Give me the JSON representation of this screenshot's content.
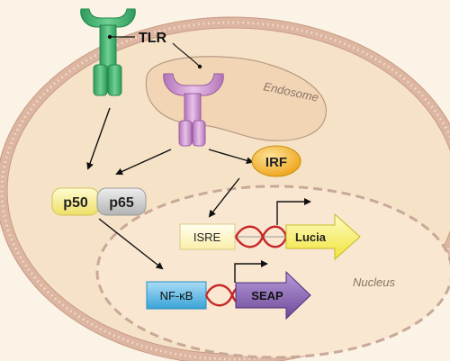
{
  "diagram": {
    "labels": {
      "tlr": "TLR",
      "endosome": "Endosome",
      "nucleus": "Nucleus",
      "irf": "IRF",
      "p50": "p50",
      "p65": "p65",
      "isre": "ISRE",
      "lucia": "Lucia",
      "nfkb": "NF-κB",
      "seap": "SEAP"
    },
    "colors": {
      "background": "#fbf3e6",
      "cell_fill": "#f6e3c7",
      "membrane": "#d9b09a",
      "endosome_fill": "#f0d6b7",
      "endosome_stroke": "#b79a86",
      "nucleus_dash": "#c9a89a",
      "surface_tlr": "#4bb374",
      "endosomal_tlr": "#c98bcc",
      "irf": "#f5b21b",
      "p50": "#f5ec7a",
      "p65": "#c9c9c9",
      "lucia_arrow": "#f7f064",
      "seap_arrow": "#8d68b8",
      "nfkb_box": "#57b8e6",
      "isre_box": "#fff7c8",
      "dna_loop": "#c62828"
    }
  }
}
